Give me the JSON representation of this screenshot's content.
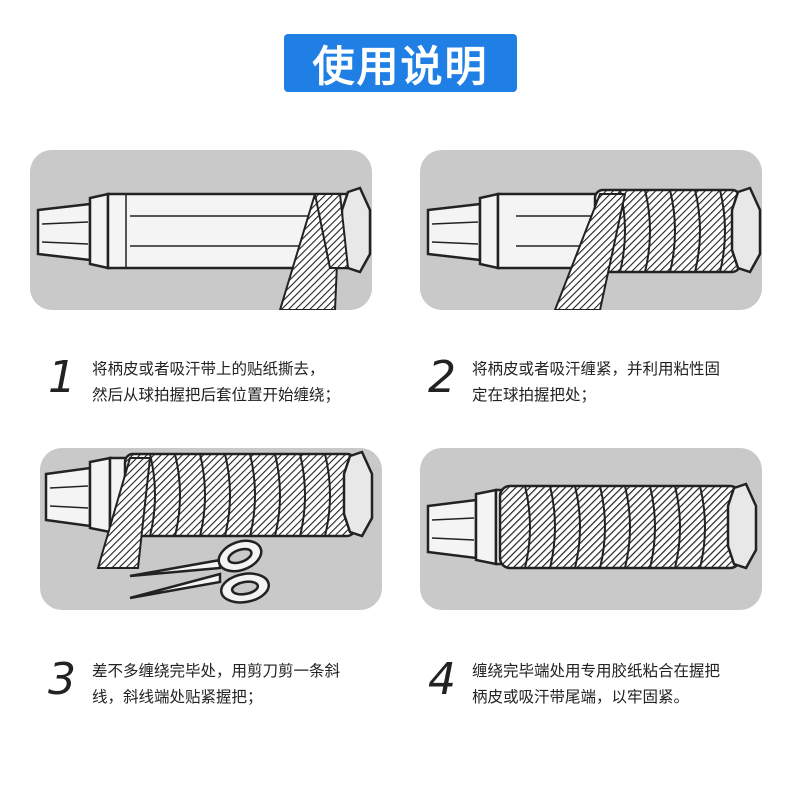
{
  "title": "使用说明",
  "steps": [
    {
      "number": "1",
      "text": "将柄皮或者吸汗带上的贴纸撕去，\n然后从球拍握把后套位置开始缠绕；"
    },
    {
      "number": "2",
      "text": "将柄皮或者吸汗缠紧，并利用粘性固\n定在球拍握把处；"
    },
    {
      "number": "3",
      "text": "差不多缠绕完毕处，用剪刀剪一条斜\n线，斜线端处贴紧握把；"
    },
    {
      "number": "4",
      "text": "缠绕完毕端处用专用胶纸粘合在握把\n柄皮或吸汗带尾端，以牢固紧。"
    }
  ],
  "illustrations": {
    "panel_bg": "#c9c9c9",
    "title_bg": "#1f7fe4",
    "step1": "handle-with-tape-start",
    "step2": "handle-tape-wrapped",
    "step3": "handle-tape-and-scissors",
    "step4": "handle-tape-finished"
  }
}
